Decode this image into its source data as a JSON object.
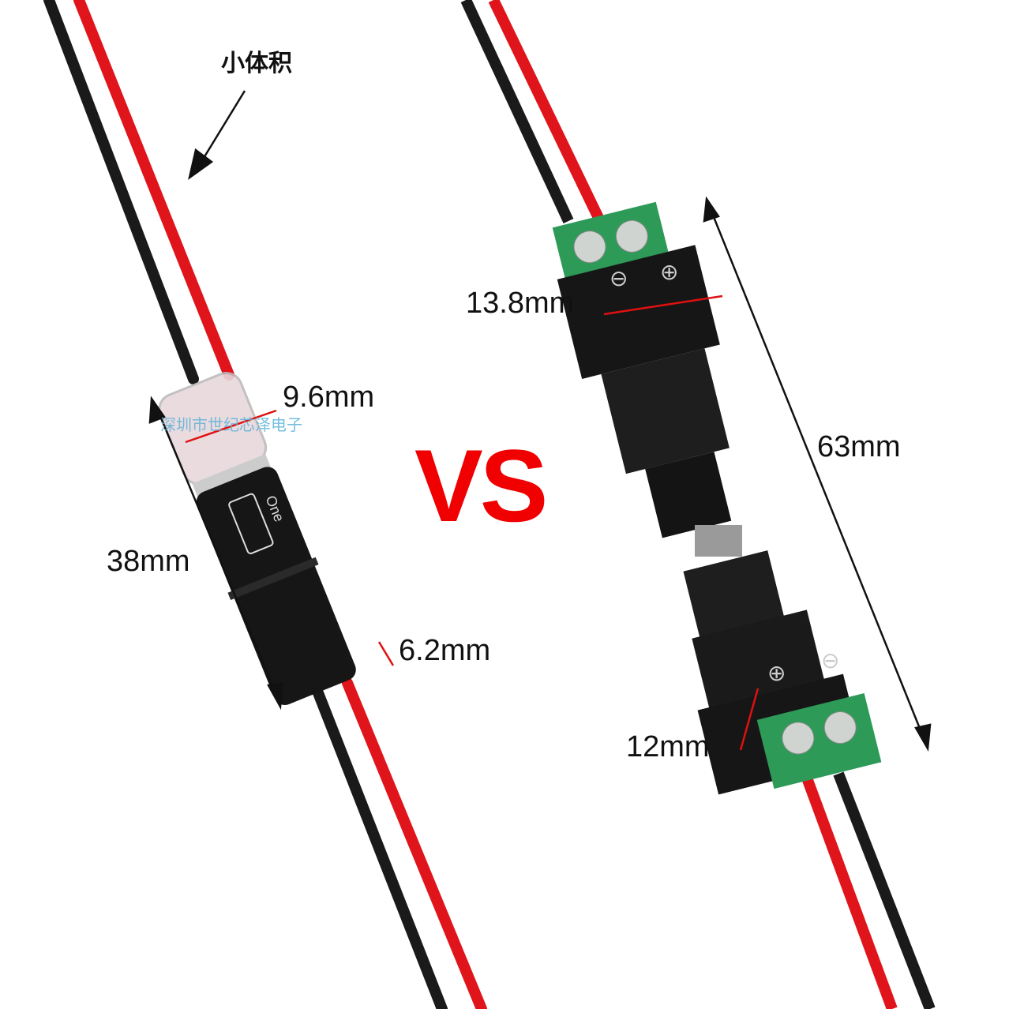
{
  "annotations": {
    "small_volume": "小体积",
    "left_width_top": "9.6mm",
    "left_length": "38mm",
    "left_thickness": "6.2mm",
    "versus": "VS",
    "right_width_top": "13.8mm",
    "right_length": "63mm",
    "right_width_bottom": "12mm"
  },
  "watermark": "深圳市世纪芯泽电子",
  "connector_brand": "One",
  "terminal_symbols": {
    "minus": "⊖",
    "plus": "⊕"
  },
  "colors": {
    "red_wire": "#e0141b",
    "black_wire": "#1a1a1a",
    "terminal_green": "#2e9a58",
    "vs_red": "#f00000",
    "dimension_red": "#e01010"
  }
}
